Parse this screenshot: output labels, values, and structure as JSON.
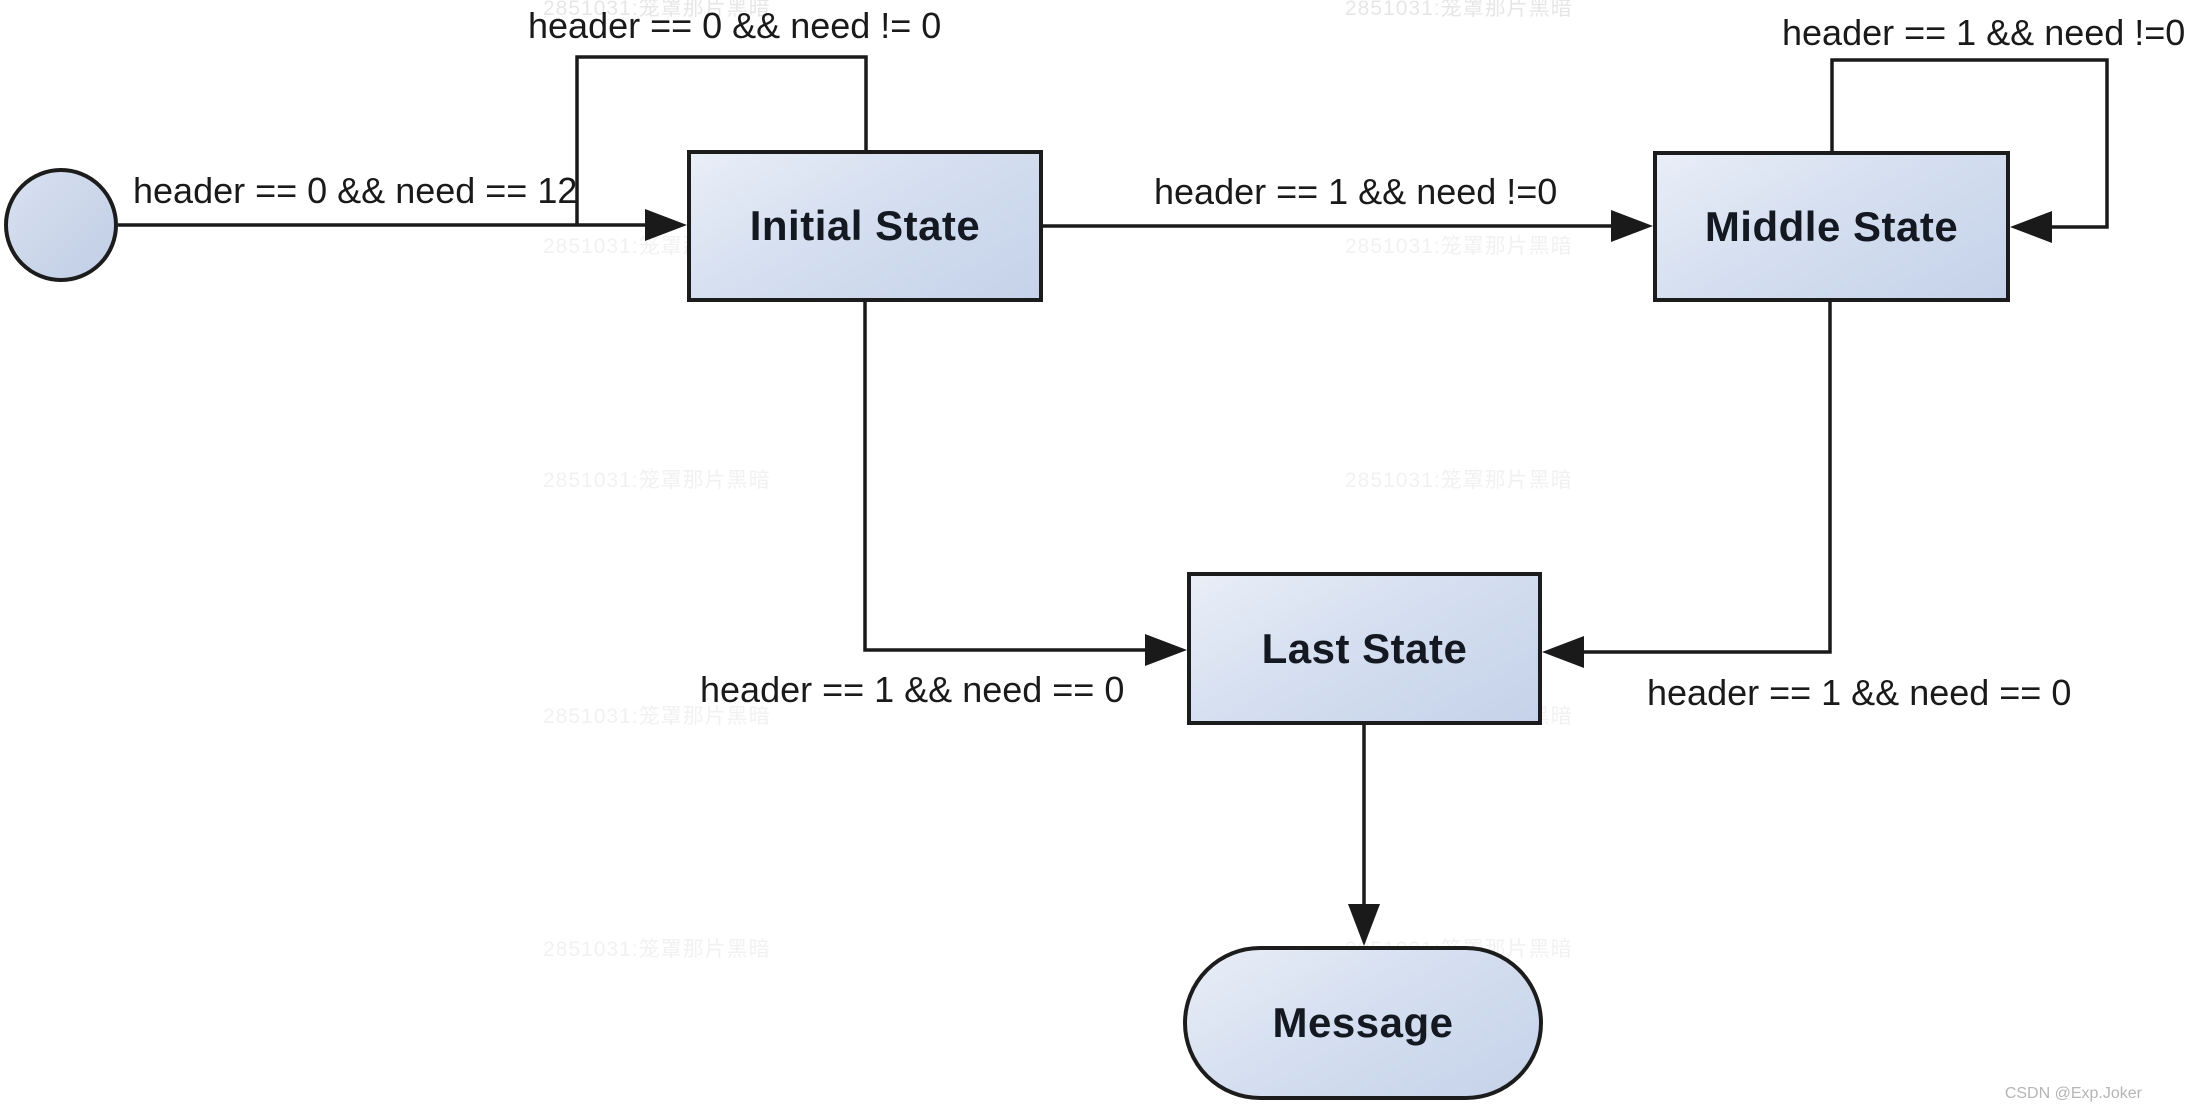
{
  "diagram": {
    "type": "state-machine-flowchart",
    "background": "#ffffff",
    "nodes": {
      "start": {
        "shape": "circle",
        "label": ""
      },
      "initial": {
        "shape": "rectangle",
        "label": "Initial State"
      },
      "middle": {
        "shape": "rectangle",
        "label": "Middle State"
      },
      "last": {
        "shape": "rectangle",
        "label": "Last State"
      },
      "message": {
        "shape": "stadium",
        "label": "Message"
      }
    },
    "transitions": {
      "start_to_initial": {
        "from": "start",
        "to": "initial",
        "label": "header == 0 && need == 12"
      },
      "initial_self": {
        "from": "initial",
        "to": "initial",
        "label": "header == 0 && need != 0"
      },
      "initial_to_middle": {
        "from": "initial",
        "to": "middle",
        "label": "header == 1 && need !=0"
      },
      "middle_self": {
        "from": "middle",
        "to": "middle",
        "label": "header == 1 && need !=0"
      },
      "initial_to_last": {
        "from": "initial",
        "to": "last",
        "label": "header == 1 && need == 0"
      },
      "middle_to_last": {
        "from": "middle",
        "to": "last",
        "label": "header == 1 && need == 0"
      },
      "last_to_message": {
        "from": "last",
        "to": "message",
        "label": ""
      }
    },
    "colors": {
      "node_fill_light": "#e9eef7",
      "node_fill_dark": "#c5d2e9",
      "node_border": "#1c1c1c",
      "connector": "#1a1a1a",
      "label_text": "#1a1a1a",
      "node_text": "#141821"
    }
  },
  "artifact": {
    "text": "2851031:笼罩那片黑暗"
  },
  "watermark": {
    "text": "CSDN @Exp.Joker",
    "color": "#b5b5b5"
  }
}
